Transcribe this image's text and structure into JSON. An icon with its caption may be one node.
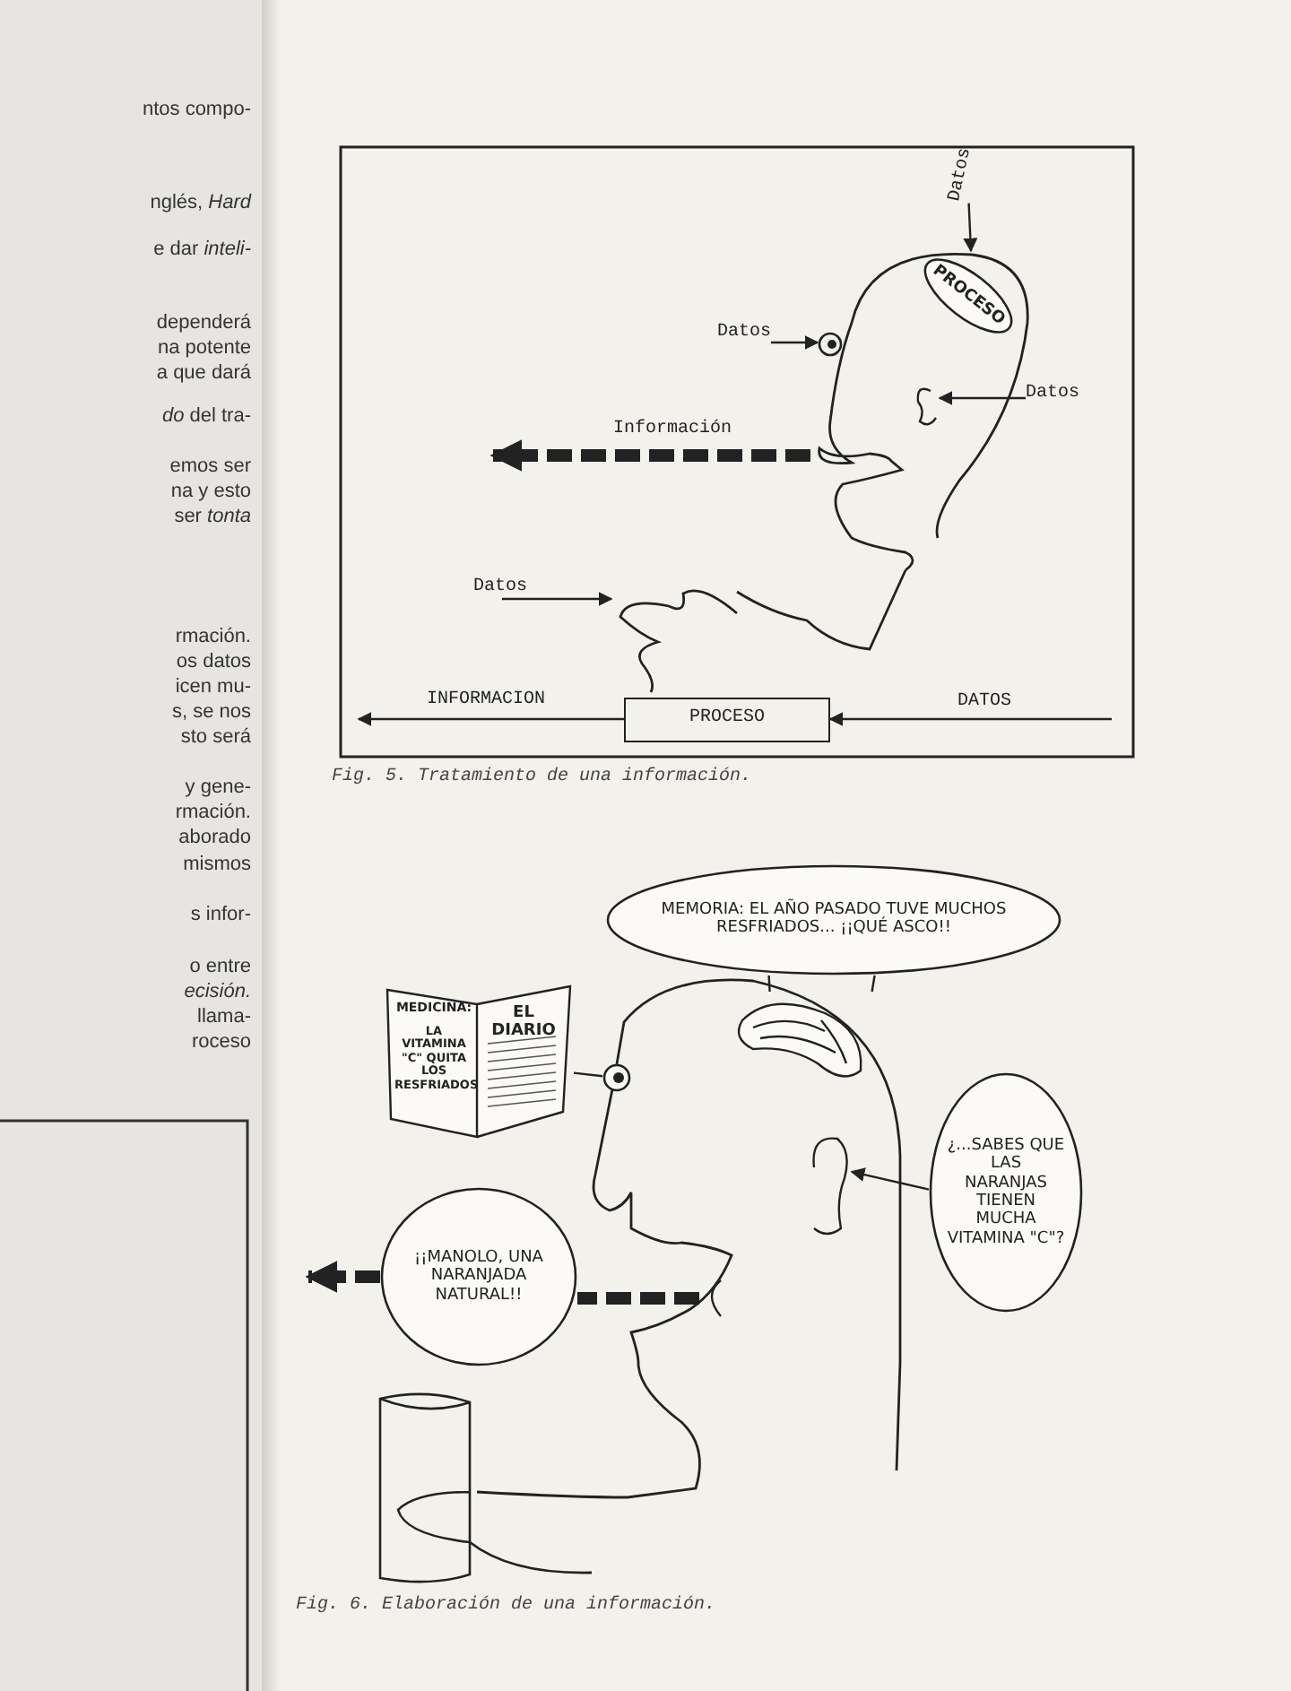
{
  "diagram": {
    "nodes": [
      {
        "text": [],
        "shape": "picture"
      },
      {
        "text": [
          "PROCESO"
        ],
        "in": 0
      },
      {
        "text": [],
        "shape": "picture",
        "in": 0
      },
      {
        "text": [],
        "shape": "picture",
        "in": 0
      },
      {
        "text": [
          "Datos"
        ]
      },
      {
        "text": [
          "Datos"
        ]
      },
      {
        "text": [
          "Datos"
        ]
      },
      {
        "text": [],
        "shape": "picture"
      },
      {
        "text": [
          "Datos"
        ]
      },
      {
        "text": [
          "PROCESO"
        ]
      },
      {
        "text": [
          "MEMORIA: EL AÑO PASADO TUVE MUCHOS RESFRIADOS... ¡¡QUÉ ASCO!!"
        ]
      },
      {
        "text": [],
        "shape": "picture"
      },
      {
        "text": [],
        "shape": "picture",
        "in": 11
      },
      {
        "text": [],
        "shape": "picture",
        "in": 11
      },
      {
        "text": [],
        "shape": "picture",
        "in": 11
      },
      {
        "text": [
          "MEDICINA:",
          "LA VITAMINA \"C\" QUITA LOS RESFRIADOS",
          "EL DIARIO"
        ]
      },
      {
        "text": [
          "¡¡MANOLO, UNA NARANJADA NATURAL!!"
        ]
      },
      {
        "text": [
          "¿...SABES QUE LAS NARANJAS TIENEN MUCHA VITAMINA \"C\"?"
        ]
      },
      {
        "text": [],
        "shape": "picture",
        "in": 11
      }
    ],
    "edges": [
      {
        "from": 4,
        "to": 0,
        "arrow": "to"
      },
      {
        "from": 5,
        "to": 2,
        "arrow": "to"
      },
      {
        "from": 6,
        "to": 3,
        "arrow": "to"
      },
      {
        "from": 0,
        "to": null,
        "arrow": "to",
        "label": "Información",
        "style": "dashed"
      },
      {
        "from": 8,
        "to": 7,
        "arrow": "to"
      },
      {
        "from": 9,
        "to": null,
        "arrow": "to",
        "label": "INFORMACION"
      },
      {
        "from": null,
        "to": 9,
        "arrow": "to",
        "label": "DATOS"
      },
      {
        "from": 10,
        "to": 12,
        "arrow": "none"
      },
      {
        "from": 10,
        "to": 12,
        "arrow": "none"
      },
      {
        "from": 15,
        "to": 13,
        "arrow": "none"
      },
      {
        "from": 18,
        "to": 16,
        "arrow": "none",
        "style": "dashed"
      },
      {
        "from": 16,
        "to": null,
        "arrow": "to",
        "style": "dashed"
      },
      {
        "from": 17,
        "to": 14,
        "arrow": "to"
      }
    ],
    "labels": [
      "ntos compo-",
      "nglés, *Hard*",
      "e dar *inteli-*",
      "dependerá",
      "na potente",
      "a que dará",
      "*do* del tra-",
      "emos ser",
      "na y esto",
      "ser *tonta*",
      "rmación.",
      "os datos",
      "icen mu-",
      "s, se nos",
      "sto será",
      "y gene-",
      "rmación.",
      "aborado",
      "mismos",
      "s infor-",
      "o entre",
      "*ecisión.*",
      "llama-",
      "roceso",
      "Fig. 5. Tratamiento de una información.",
      "Fig. 6. Elaboración de una información."
    ]
  }
}
